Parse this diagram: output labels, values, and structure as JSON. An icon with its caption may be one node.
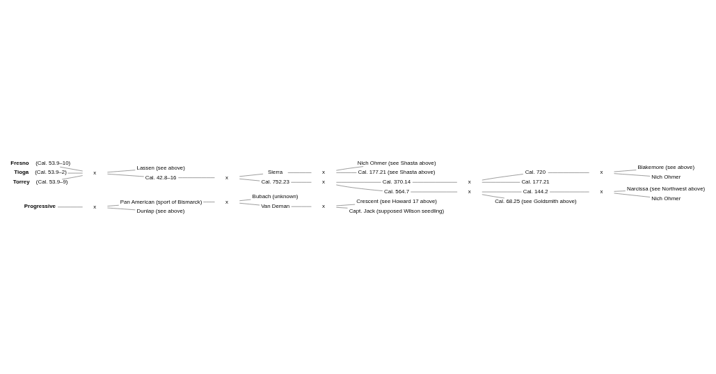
{
  "diagram": {
    "nodes": [
      {
        "text": [
          "Progressive"
        ]
      },
      {
        "text": [
          "Pan American (sport of Bismarck)"
        ]
      },
      {
        "text": [
          "x"
        ]
      },
      {
        "text": [
          "Dunlap (see above)"
        ]
      },
      {
        "text": [
          "Bubach (unknown)"
        ]
      },
      {
        "text": [
          "x"
        ]
      },
      {
        "text": [
          "Van Deman"
        ]
      },
      {
        "text": [
          "Crescent (see Howard 17 above)"
        ]
      },
      {
        "text": [
          "x"
        ]
      },
      {
        "text": [
          "Capt. Jack (supposed Wilson seedling)"
        ]
      },
      {
        "text": [
          "Lassen (see above)"
        ]
      },
      {
        "text": [
          "Fresno"
        ],
        "beside": [
          "(Cal. 53.9–10)"
        ]
      },
      {
        "text": [
          "Tioga"
        ],
        "beside": [
          "(Cal. 53.9–2)"
        ]
      },
      {
        "text": [
          "Torrey"
        ],
        "beside": [
          "(Cal. 53.9–9)"
        ]
      },
      {
        "text": [
          "x"
        ]
      },
      {
        "text": [
          "Sierra"
        ]
      },
      {
        "text": [
          "Nich Ohmer (see Shasta above)"
        ]
      },
      {
        "text": [
          "x"
        ]
      },
      {
        "text": [
          "Cal. 177.21 (see Shasta above)"
        ]
      },
      {
        "text": [
          "Blakemore (see above)"
        ]
      },
      {
        "text": [
          "Cal. 42.8–16"
        ]
      },
      {
        "text": [
          "x"
        ]
      },
      {
        "text": [
          "Cal. 720"
        ]
      },
      {
        "text": [
          "x"
        ]
      },
      {
        "text": [
          "Cal. 370.14"
        ]
      },
      {
        "text": [
          "x"
        ]
      },
      {
        "text": [
          "Nich Ohmer"
        ]
      },
      {
        "text": [
          "Cal. 177.21"
        ]
      },
      {
        "text": [
          "Cal. 752.23"
        ]
      },
      {
        "text": [
          "x"
        ]
      },
      {
        "text": [
          "Narcissa (see Northwest above)"
        ]
      },
      {
        "text": [
          "Cal. 144.2"
        ]
      },
      {
        "text": [
          "x"
        ]
      },
      {
        "text": [
          "Cal. 564.7"
        ]
      },
      {
        "text": [
          "x"
        ]
      },
      {
        "text": [
          "Nich Ohmer"
        ]
      },
      {
        "text": [
          "Cal. 68.25 (see Goldsmith above)"
        ]
      }
    ],
    "edges": [
      {
        "from": 0,
        "to": 2,
        "arrow": "none"
      },
      {
        "from": 2,
        "to": 1,
        "arrow": "none"
      },
      {
        "from": 2,
        "to": 3,
        "arrow": "none"
      },
      {
        "from": 1,
        "to": 5,
        "arrow": "none"
      },
      {
        "from": 5,
        "to": 4,
        "arrow": "none"
      },
      {
        "from": 5,
        "to": 6,
        "arrow": "none"
      },
      {
        "from": 6,
        "to": 8,
        "arrow": "none"
      },
      {
        "from": 8,
        "to": 7,
        "arrow": "none"
      },
      {
        "from": 8,
        "to": 9,
        "arrow": "none"
      },
      {
        "from": 11,
        "to": 14,
        "arrow": "none"
      },
      {
        "from": 12,
        "to": 14,
        "arrow": "none"
      },
      {
        "from": 13,
        "to": 14,
        "arrow": "none"
      },
      {
        "from": 14,
        "to": 10,
        "arrow": "none"
      },
      {
        "from": 14,
        "to": 20,
        "arrow": "none"
      },
      {
        "from": 20,
        "to": 21,
        "arrow": "none"
      },
      {
        "from": 21,
        "to": 15,
        "arrow": "none"
      },
      {
        "from": 21,
        "to": 28,
        "arrow": "none"
      },
      {
        "from": 15,
        "to": 17,
        "arrow": "none"
      },
      {
        "from": 17,
        "to": 16,
        "arrow": "none"
      },
      {
        "from": 17,
        "to": 18,
        "arrow": "none"
      },
      {
        "from": 28,
        "to": 29,
        "arrow": "none"
      },
      {
        "from": 29,
        "to": 24,
        "arrow": "none"
      },
      {
        "from": 29,
        "to": 33,
        "arrow": "none"
      },
      {
        "from": 24,
        "to": 25,
        "arrow": "none"
      },
      {
        "from": 25,
        "to": 22,
        "arrow": "none"
      },
      {
        "from": 25,
        "to": 27,
        "arrow": "none"
      },
      {
        "from": 22,
        "to": 23,
        "arrow": "none"
      },
      {
        "from": 23,
        "to": 19,
        "arrow": "none"
      },
      {
        "from": 23,
        "to": 26,
        "arrow": "none"
      },
      {
        "from": 33,
        "to": 34,
        "arrow": "none"
      },
      {
        "from": 34,
        "to": 31,
        "arrow": "none"
      },
      {
        "from": 34,
        "to": 36,
        "arrow": "none"
      },
      {
        "from": 31,
        "to": 32,
        "arrow": "none"
      },
      {
        "from": 32,
        "to": 30,
        "arrow": "none"
      },
      {
        "from": 32,
        "to": 35,
        "arrow": "none"
      }
    ]
  }
}
